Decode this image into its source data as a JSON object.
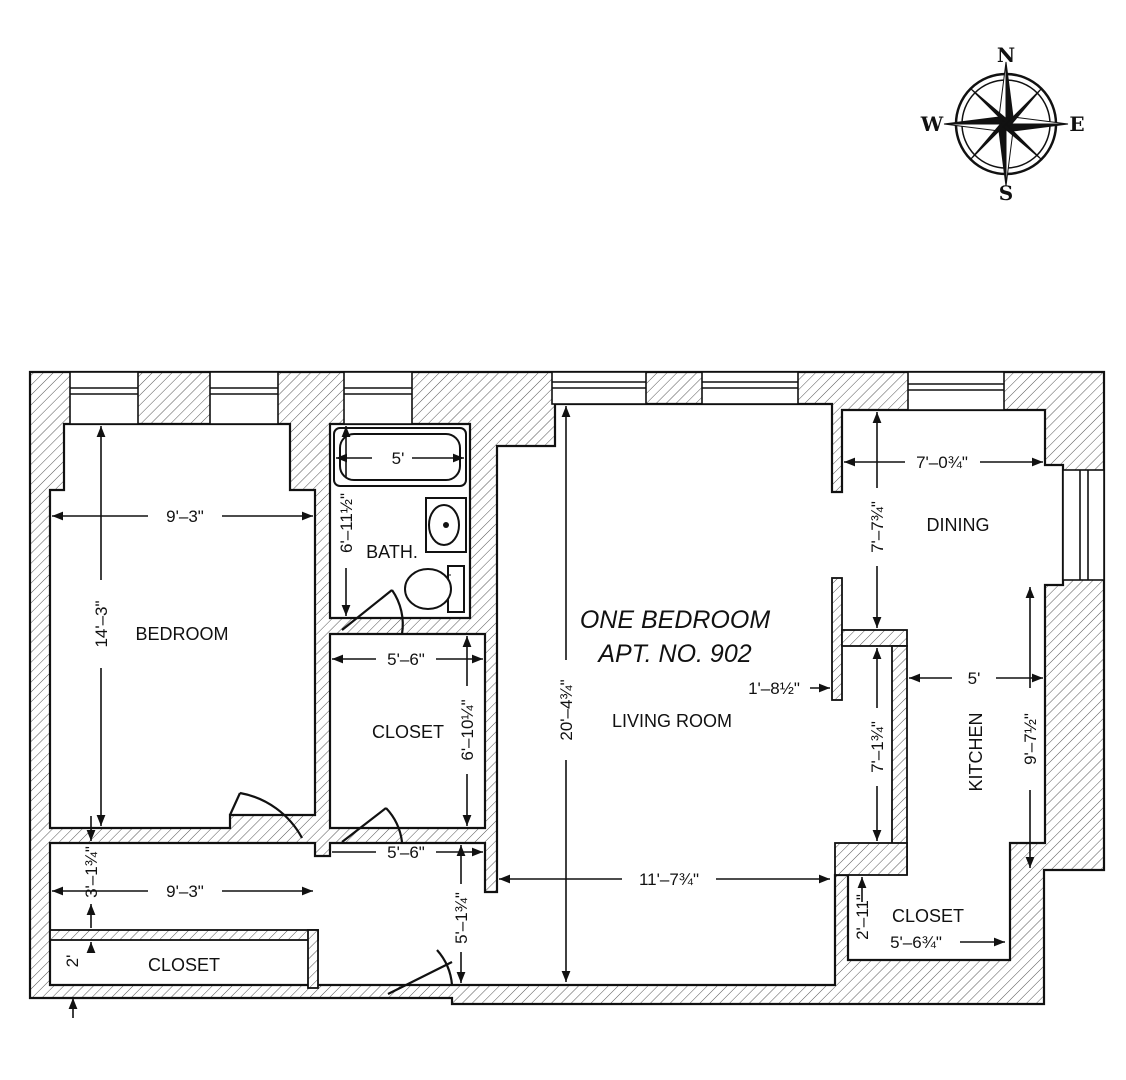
{
  "compass": {
    "north": "N",
    "south": "S",
    "east": "E",
    "west": "W"
  },
  "plan": {
    "title_line1": "ONE BEDROOM",
    "title_line2": "APT. NO. 902"
  },
  "rooms": {
    "bedroom": "BEDROOM",
    "bath": "BATH.",
    "closet_bedroom": "CLOSET",
    "living_room": "LIVING ROOM",
    "dining": "DINING",
    "kitchen": "KITCHEN",
    "closet_kitchen": "CLOSET",
    "closet_hall": "CLOSET"
  },
  "dimensions": {
    "bedroom_width": "9'–3\"",
    "bedroom_length": "14'–3\"",
    "bath_tub": "5'",
    "bath_length": "6'–11½\"",
    "closet_bedroom_width": "5'–6\"",
    "closet_bedroom_length": "6'–10¼\"",
    "hall_closet_gap": "5'–6\"",
    "living_length": "20'–4¾\"",
    "living_width": "11'–7¾\"",
    "wall_jog": "1'–8½\"",
    "dining_width": "7'–0¾\"",
    "dining_length": "7'–7¾\"",
    "kitchen_width": "5'",
    "kitchen_length": "9'–7½\"",
    "pass_length": "7'–1¾\"",
    "closet_kitchen_length": "2'–11\"",
    "closet_kitchen_width": "5'–6¾\"",
    "hall_width": "9'–3\"",
    "hall_depth": "3'–1¾\"",
    "hall_closet_depth": "2'",
    "entry_depth": "5'–1¾\""
  }
}
